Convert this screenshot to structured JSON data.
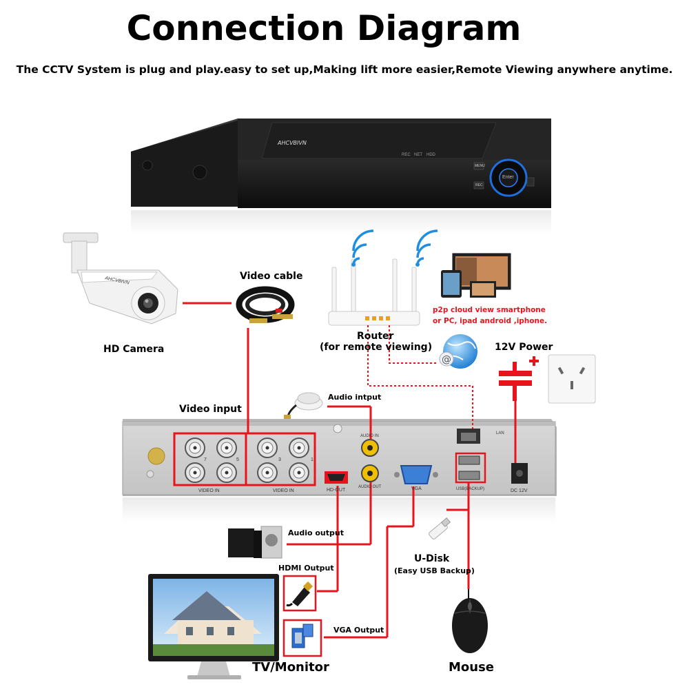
{
  "header": {
    "title": "Connection Diagram",
    "subtitle": "The CCTV System is plug and play.easy to set up,Making lift more easier,Remote Viewing anywhere anytime."
  },
  "dvr_front": {
    "brand": "AHCVBIVN",
    "indicators": [
      "REC",
      "NET",
      "HDD"
    ],
    "enter_button": "Enter",
    "side_buttons": [
      "MENU",
      "REC"
    ]
  },
  "camera": {
    "label": "HD Camera",
    "brand": "AHCVBIVN"
  },
  "video_cable": {
    "label": "Video cable"
  },
  "router": {
    "label": "Router",
    "sublabel": "(for remote viewing)"
  },
  "p2p": {
    "line1": "p2p cloud  view smartphone",
    "line2": "or PC, ipad android ,iphone."
  },
  "power": {
    "label": "12V Power"
  },
  "audio_input": {
    "label": "Audio intput"
  },
  "video_input": {
    "label": "Video input"
  },
  "dvr_back": {
    "video_in_1": "VIDEO IN",
    "video_in_2": "VIDEO IN",
    "bnc_numbers": [
      "7",
      "5",
      "3",
      "1"
    ],
    "audio_in": "AUDIO IN",
    "audio_out": "AUDIO OUT",
    "hd_out": "HD-OUT",
    "vga": "VGA",
    "lan": "LAN",
    "usb": "USB(BACKUP)",
    "dc": "DC 12V"
  },
  "audio_output": {
    "label": "Audio output"
  },
  "hdmi_output": {
    "label": "HDMI Output"
  },
  "vga_output": {
    "label": "VGA Output"
  },
  "udisk": {
    "label": "U-Disk",
    "sublabel": "(Easy USB Backup)"
  },
  "tv": {
    "label": "TV/Monitor"
  },
  "mouse": {
    "label": "Mouse"
  },
  "colors": {
    "wire": "#e8141c",
    "accent_blue": "#1e6fe0",
    "dvr_dark": "#1c1c1c"
  }
}
